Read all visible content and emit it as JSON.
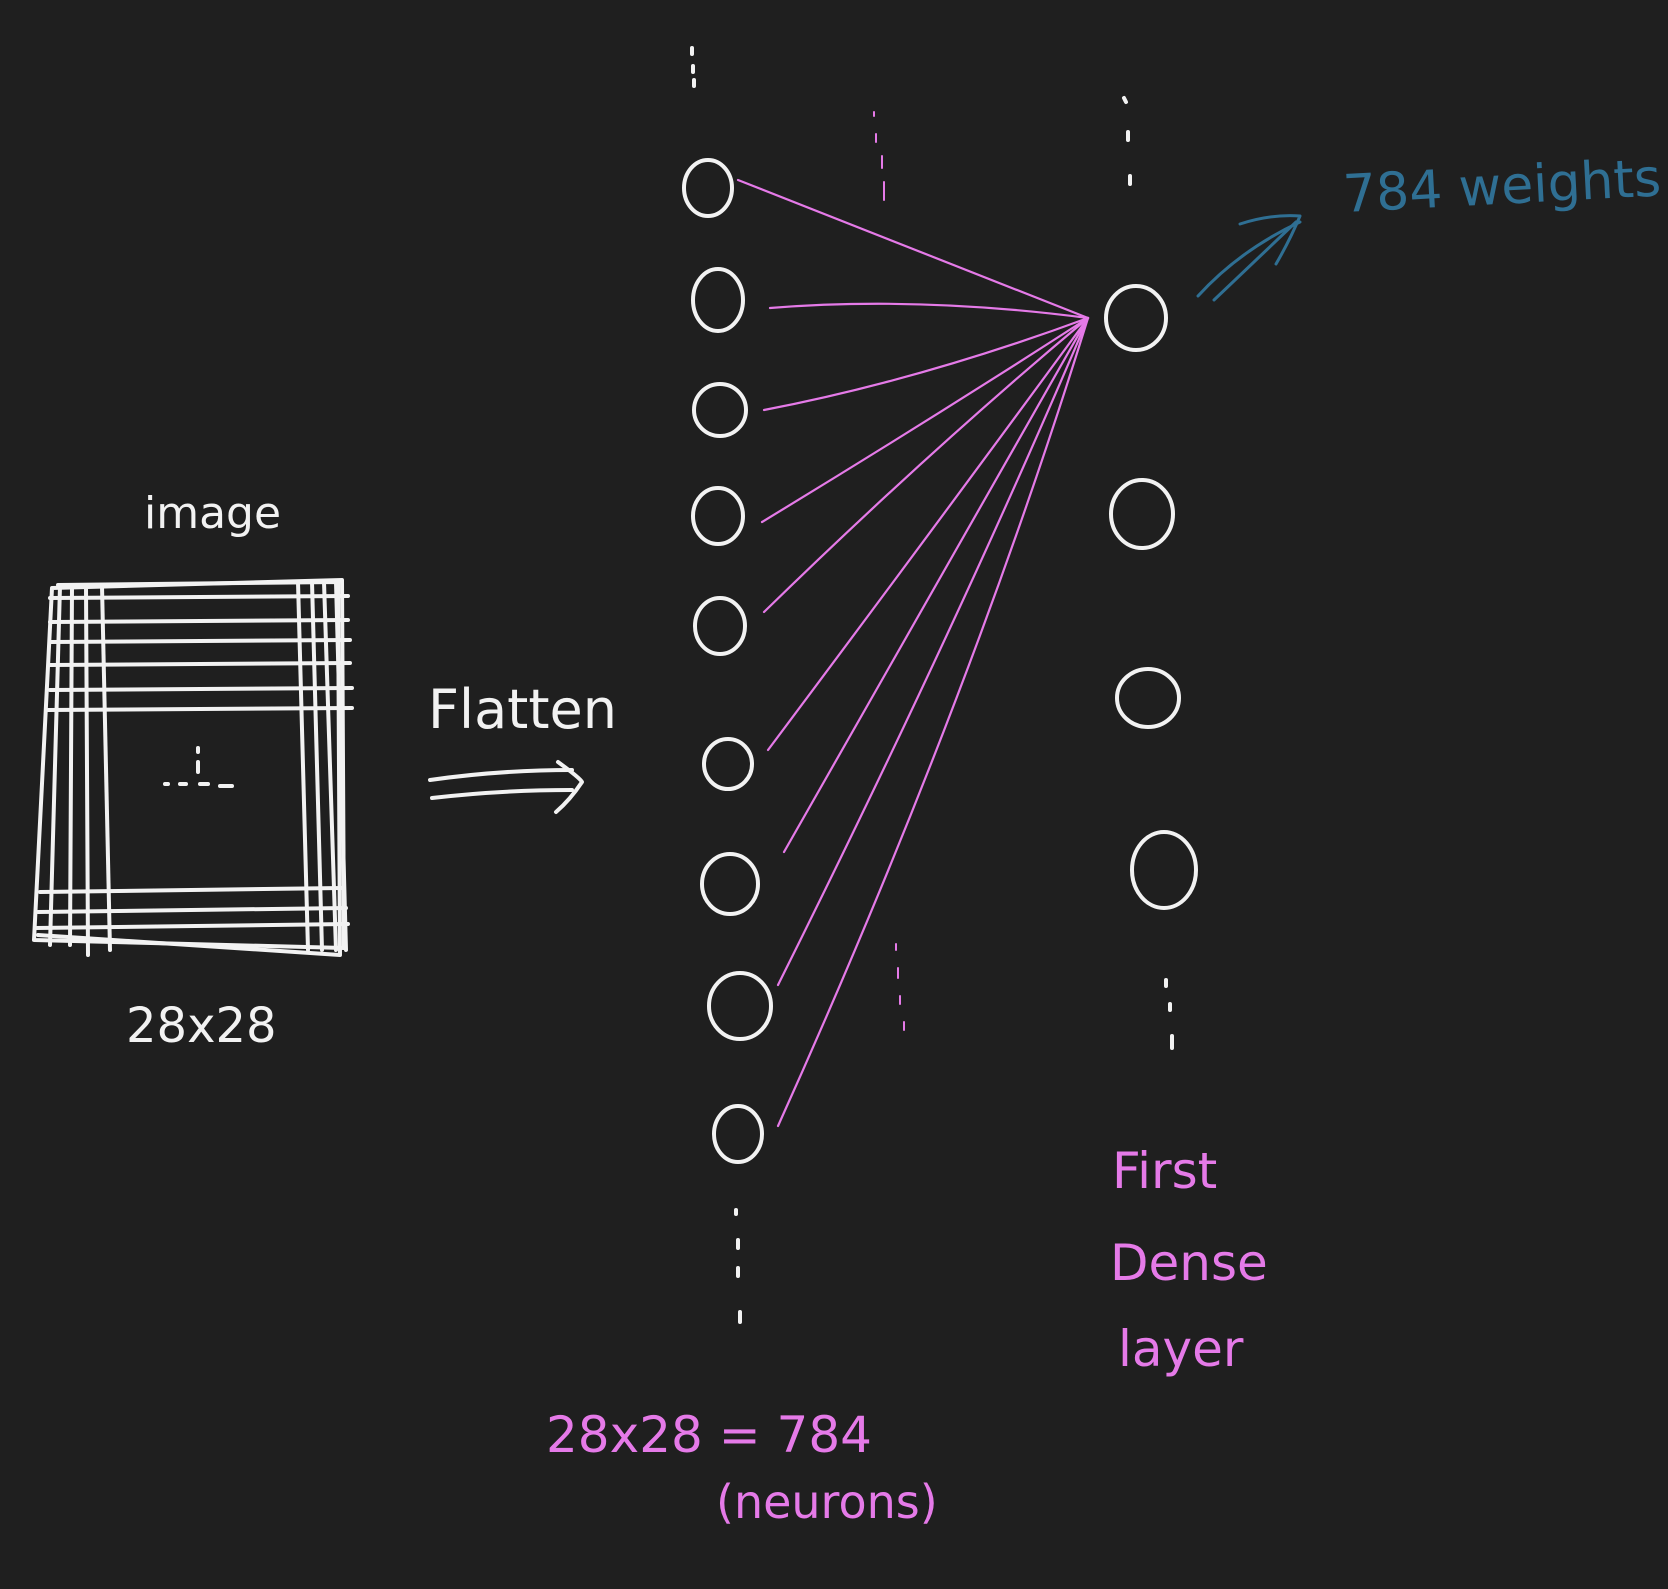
{
  "labels": {
    "image": "image",
    "image_size": "28x28",
    "flatten": "Flatten",
    "input_count": "28x28 = 784",
    "input_unit": "(neurons)",
    "dense_line1": "First",
    "dense_line2": "Dense",
    "dense_line3": "layer",
    "weights": "784 weights"
  },
  "colors": {
    "background": "#1f1f1f",
    "chalk": "#f2f2f2",
    "connections": "#e57ae8",
    "weights_annotation": "#2f6f93"
  },
  "input_layer": {
    "visible_neurons": 9,
    "connected_to_first_dense_neuron": 9
  },
  "dense_layer": {
    "visible_neurons": 4
  }
}
